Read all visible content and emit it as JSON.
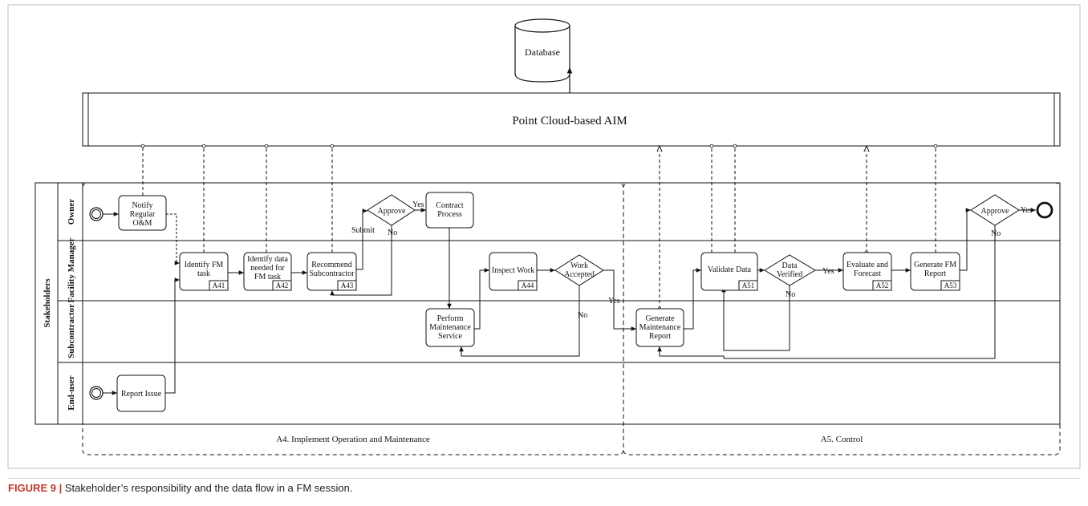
{
  "database": {
    "label": "Database"
  },
  "platform": {
    "label": "Point Cloud-based AIM"
  },
  "stakeholders": {
    "label": "Stakeholders",
    "lanes": [
      "Owner",
      "Facility Manager",
      "Subcontractor",
      "End-user"
    ]
  },
  "phases": {
    "a4": "A4. Implement Operation and Maintenance",
    "a5": "A5. Control"
  },
  "tasks": {
    "notify": {
      "lines": [
        "Notify",
        "Regular",
        "O&M"
      ]
    },
    "identify_fm": {
      "lines": [
        "Identify FM",
        "task"
      ],
      "code": "A41"
    },
    "identify_data": {
      "lines": [
        "Identify data",
        "needed for",
        "FM task"
      ],
      "code": "A42"
    },
    "recommend": {
      "lines": [
        "Recommend",
        "Subcontractor"
      ],
      "code": "A43"
    },
    "contract": {
      "lines": [
        "Contract",
        "Process"
      ]
    },
    "perform": {
      "lines": [
        "Perform",
        "Maintenance",
        "Service"
      ]
    },
    "inspect": {
      "lines": [
        "Inspect Work"
      ],
      "code": "A44"
    },
    "report_issue": {
      "lines": [
        "Report Issue"
      ]
    },
    "gen_maint": {
      "lines": [
        "Generate",
        "Maintenance",
        "Report"
      ]
    },
    "validate": {
      "lines": [
        "Validate Data"
      ],
      "code": "A51"
    },
    "evaluate": {
      "lines": [
        "Evaluate and",
        "Forecast"
      ],
      "code": "A52"
    },
    "gen_fm": {
      "lines": [
        "Generate FM",
        "Report"
      ],
      "code": "A53"
    }
  },
  "decisions": {
    "approve1": {
      "lines": [
        "Approve"
      ]
    },
    "work_accepted": {
      "lines": [
        "Work",
        "Accepted"
      ]
    },
    "data_verified": {
      "lines": [
        "Data",
        "Verified"
      ]
    },
    "approve2": {
      "lines": [
        "Approve"
      ]
    }
  },
  "flow_labels": {
    "submit": "Submit",
    "yes": "Yes",
    "no": "No"
  },
  "caption": {
    "label": "FIGURE 9 |",
    "text": " Stakeholder’s responsibility and the data flow in a FM session."
  }
}
